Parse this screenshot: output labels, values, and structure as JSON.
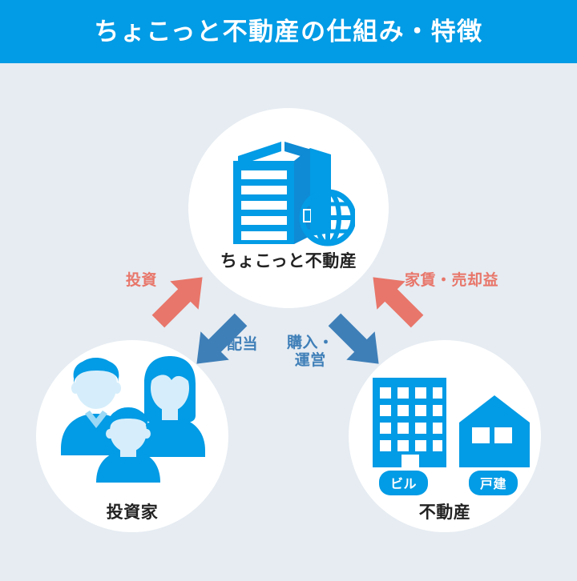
{
  "header": {
    "title": "ちょこっと不動産の仕組み・特徴"
  },
  "diagram": {
    "nodes": [
      {
        "id": "platform",
        "label": "ちょこっと不動産",
        "icon": "office-building-globe-icon"
      },
      {
        "id": "investors",
        "label": "投資家",
        "icon": "family-group-icon"
      },
      {
        "id": "realestate",
        "label": "不動産",
        "icon": "building-house-icon",
        "badges": [
          {
            "id": "biru",
            "label": "ビル"
          },
          {
            "id": "kodate",
            "label": "戸建"
          }
        ]
      }
    ],
    "arrows": [
      {
        "id": "investment",
        "label": "投資",
        "from": "investors",
        "to": "platform",
        "color": "#e8766a",
        "direction": "up-right"
      },
      {
        "id": "dividend",
        "label": "配当",
        "from": "platform",
        "to": "investors",
        "color": "#3f7fb8",
        "direction": "down-left"
      },
      {
        "id": "rent-sale-profit",
        "label": "家賃・売却益",
        "from": "realestate",
        "to": "platform",
        "color": "#e8766a",
        "direction": "up-left"
      },
      {
        "id": "purchase-operation",
        "label_line1": "購入・",
        "label_line2": "運営",
        "from": "platform",
        "to": "realestate",
        "color": "#3f7fb8",
        "direction": "down-right"
      }
    ]
  },
  "colors": {
    "header_blue": "#029be5",
    "background": "#e6ecf2",
    "circle_white": "#ffffff",
    "icon_blue": "#029be5",
    "icon_blue_dark": "#0f8ad4",
    "icon_face": "#d6eefb",
    "arrow_red": "#e8766a",
    "arrow_blue": "#3f7fb8",
    "text_dark": "#222222"
  }
}
